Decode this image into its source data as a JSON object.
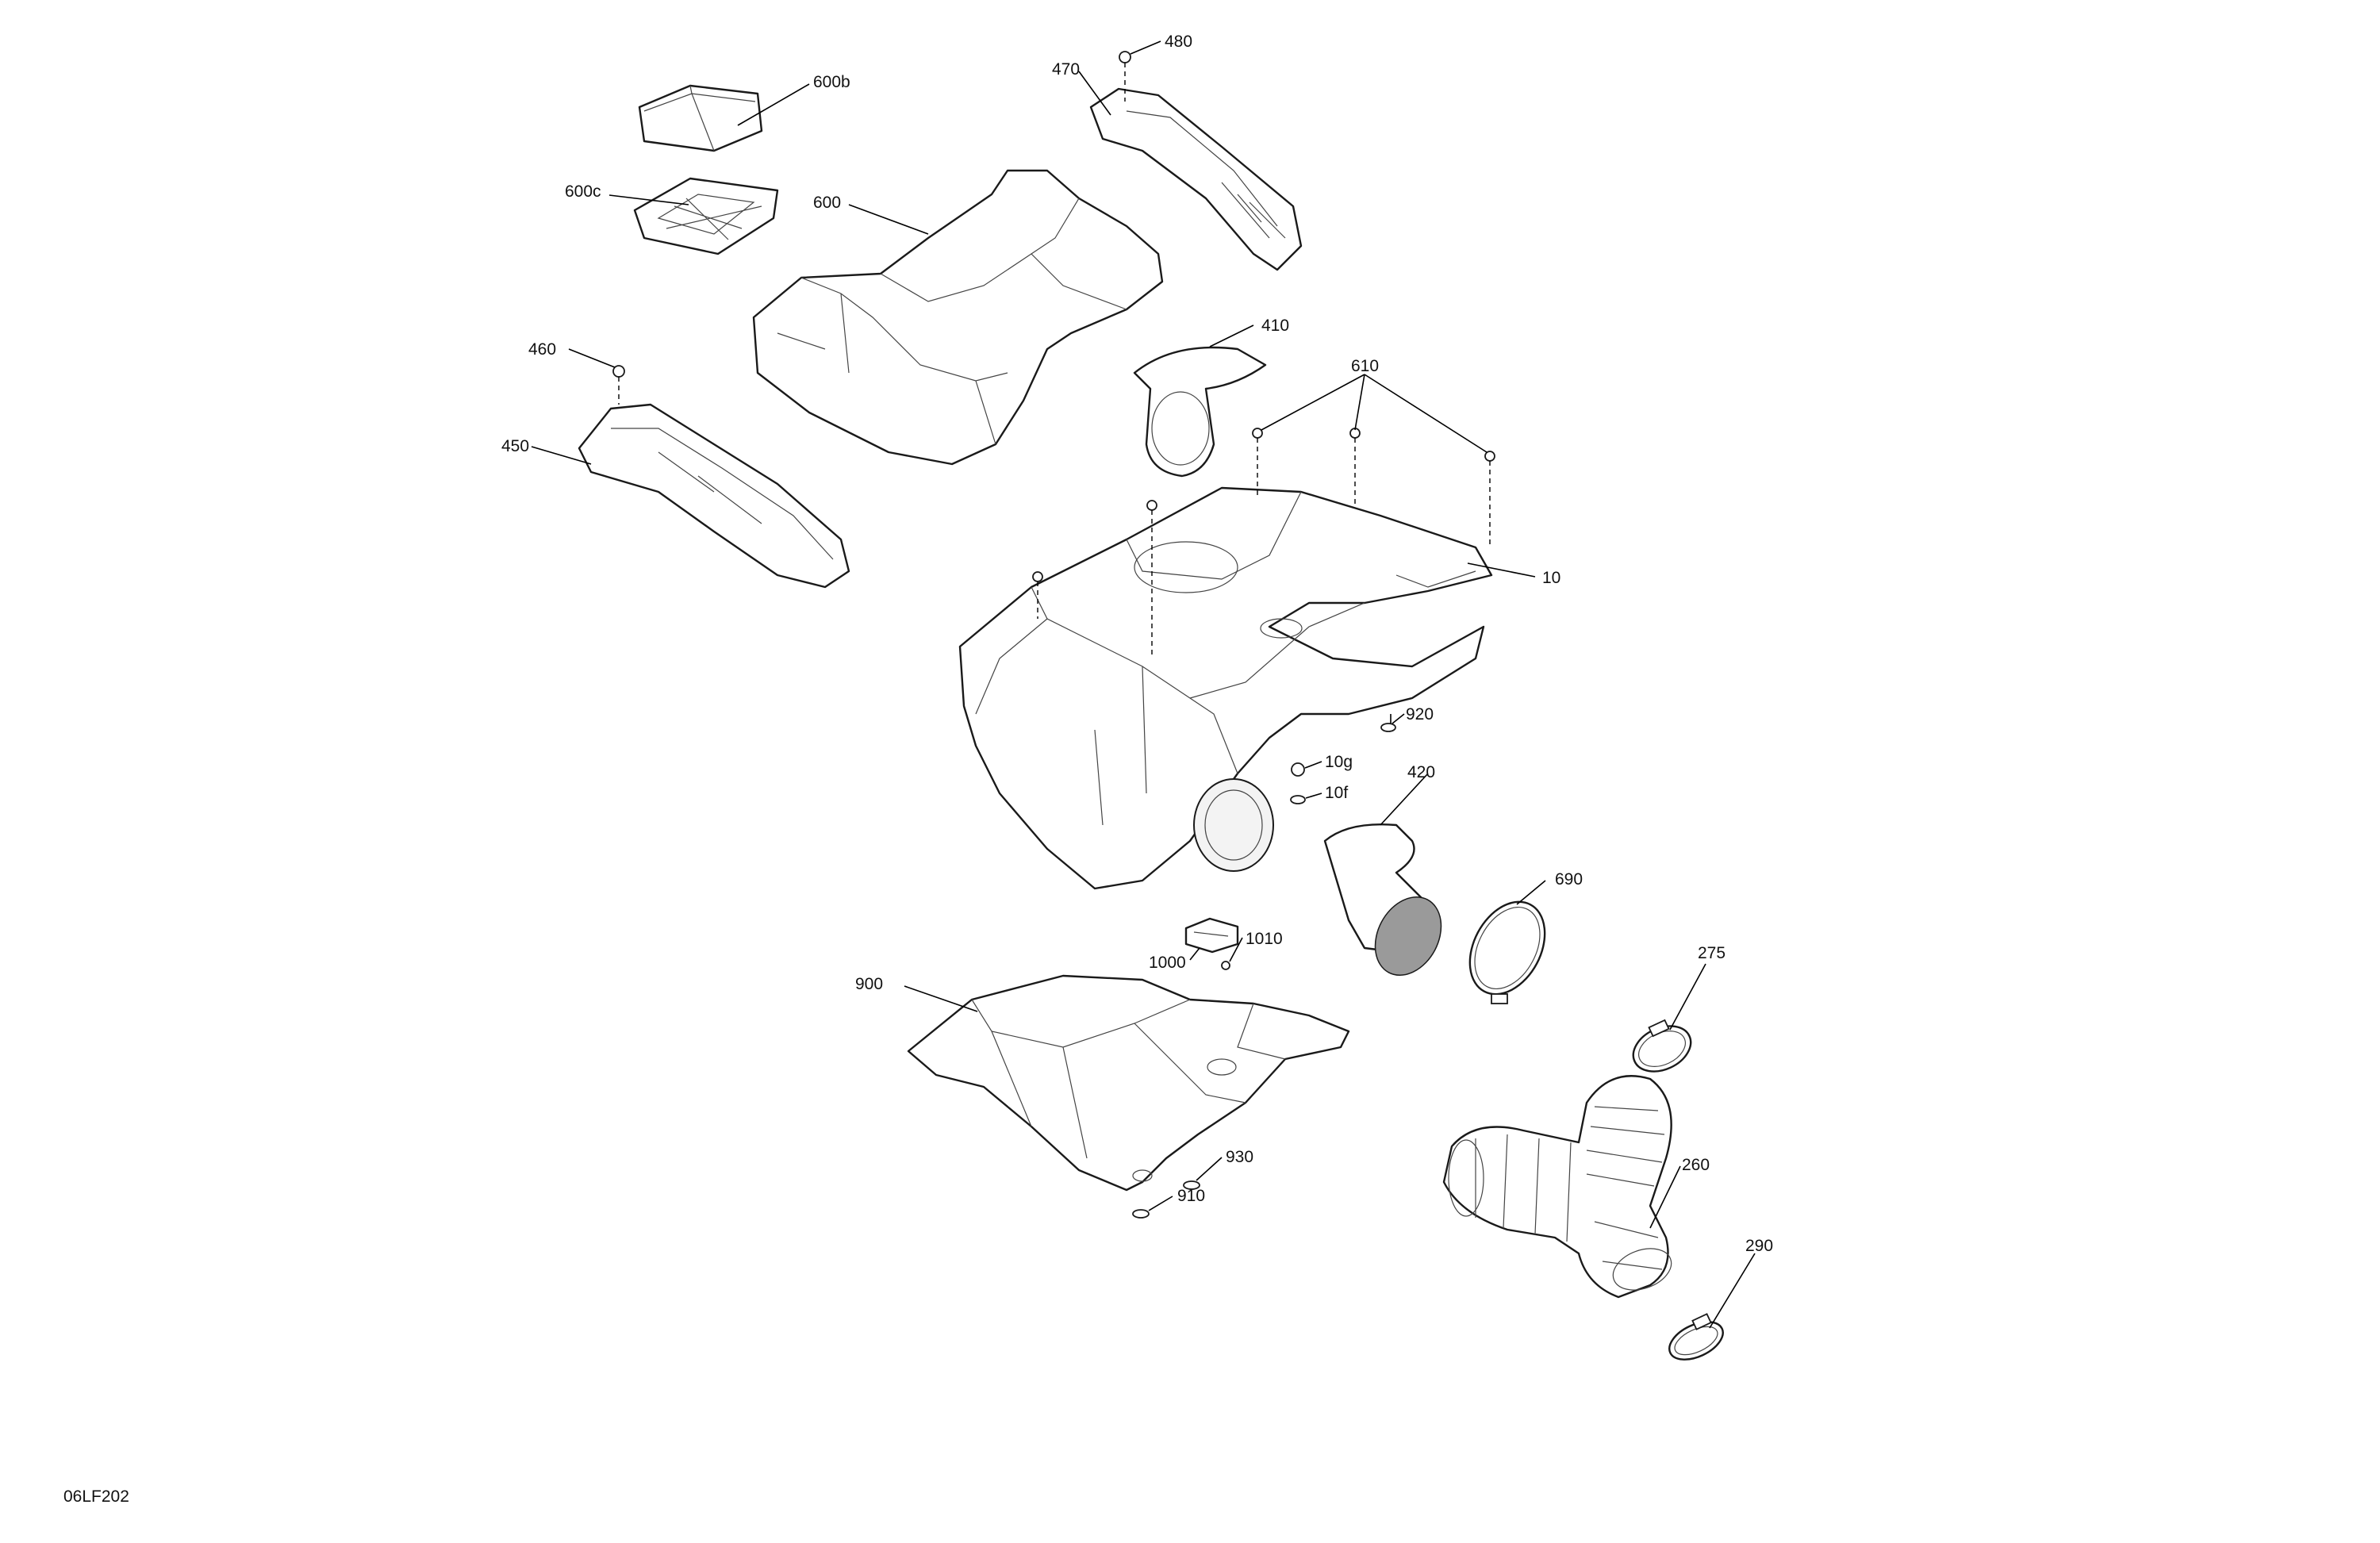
{
  "drawing_code": "06LF202",
  "callouts": {
    "c600b": "600b",
    "c600c": "600c",
    "c600": "600",
    "c470": "470",
    "c480": "480",
    "c460": "460",
    "c450": "450",
    "c410": "410",
    "c610": "610",
    "c10": "10",
    "c920": "920",
    "c10g": "10g",
    "c10f": "10f",
    "c420": "420",
    "c690": "690",
    "c1000": "1000",
    "c1010": "1010",
    "c900": "900",
    "c275": "275",
    "c260": "260",
    "c930": "930",
    "c910": "910",
    "c290": "290"
  },
  "colors": {
    "line": "#1a1a1a",
    "filter_element": "#9a9a9a",
    "background": "#ffffff"
  }
}
